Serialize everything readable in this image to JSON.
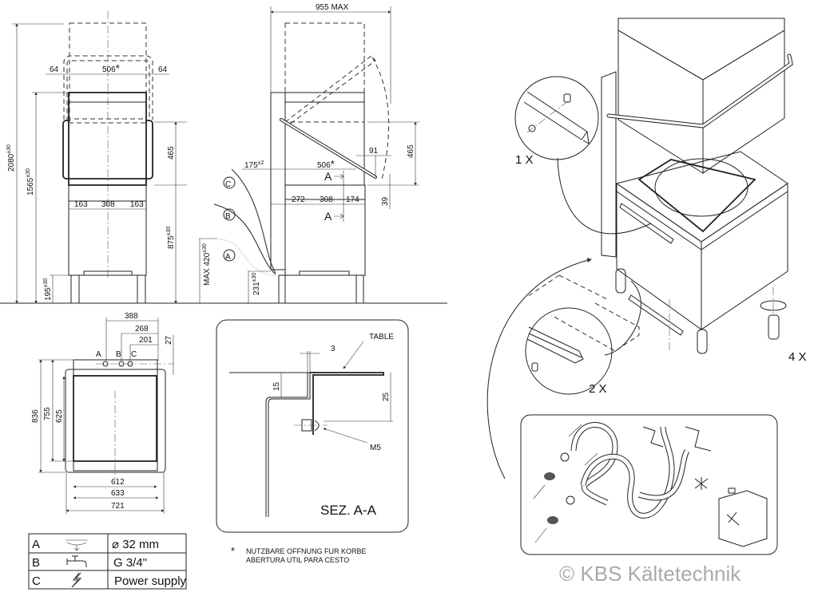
{
  "front_view": {
    "d2080": "2080",
    "d2080_tol": "±30",
    "d1565": "1565",
    "d1565_tol": "±30",
    "d195": "195",
    "d195_tol": "±30",
    "d875": "875",
    "d875_tol": "±30",
    "d465": "465",
    "d64_left": "64",
    "d506": "506",
    "star": "*",
    "d64_right": "64",
    "d163_left": "163",
    "d308": "308",
    "d163_right": "163"
  },
  "side_view": {
    "d955": "955 MAX",
    "d175": "175",
    "d175_tol": "±2",
    "d506": "506",
    "star": "*",
    "d91": "91",
    "d465": "465",
    "d39": "39",
    "d272": "272",
    "d308": "308",
    "d174": "174",
    "section_mark": "A",
    "d420": "MAX 420",
    "d420_tol": "±30",
    "d231": "231",
    "d231_tol": "±30",
    "conn_a": "A",
    "conn_b": "B",
    "conn_c": "C"
  },
  "plan_view": {
    "d388": "388",
    "d268": "268",
    "d201": "201",
    "d27": "27",
    "label_a": "A",
    "label_b": "B",
    "label_c": "C",
    "d836": "836",
    "d755": "755",
    "d625": "625",
    "d612": "612",
    "d633": "633",
    "d721": "721"
  },
  "legend_table": [
    {
      "key": "A",
      "icon": "drain-icon",
      "value": "⌀ 32 mm"
    },
    {
      "key": "B",
      "icon": "water-tap-icon",
      "value": "G 3/4\""
    },
    {
      "key": "C",
      "icon": "lightning-icon",
      "value": "Power supply"
    }
  ],
  "section": {
    "table_label": "TABLE",
    "d3": "3",
    "d15": "15",
    "d25": "25",
    "m5": "M5",
    "title": "SEZ. A-A"
  },
  "footnote": {
    "star": "*",
    "line1": "NUTZBARE OFFNUNG FUR KORBE",
    "line2": "ABERTURA UTIL PARA CESTO"
  },
  "assembly": {
    "qty_1": "1 X",
    "qty_2": "2 X",
    "qty_4": "4 X"
  },
  "watermark": "© KBS Kältetechnik"
}
